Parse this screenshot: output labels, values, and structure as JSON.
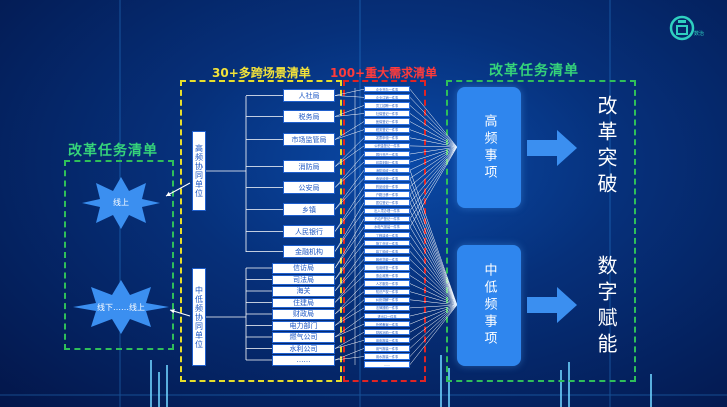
{
  "titles": {
    "scenario_list": "30+多跨场景清单",
    "demand_list": "100+重大需求清单",
    "reform_left": "改革任务清单",
    "reform_right": "改革任务清单"
  },
  "left_box": {
    "online": "线上",
    "offline_online": "线下……线上"
  },
  "groups": {
    "high_freq_units": "高频协同单位",
    "mid_low_units": "中低频协同单位"
  },
  "agencies_top": [
    "人社局",
    "税务局",
    "市场监管局",
    "消防局",
    "公安局",
    "乡镇",
    "人民银行",
    "金融机构"
  ],
  "agencies_bottom": [
    "信访局",
    "司法局",
    "海关",
    "住建局",
    "财政局",
    "电力部门",
    "燃气公司",
    "水利公司",
    "……"
  ],
  "demand_items": [
    "企业开办一件事",
    "企业注销一件事",
    "员工招聘一件事",
    "社保登记一件事",
    "医保登记一件事",
    "税务登记一件事",
    "发票申领一件事",
    "公积金登记一件事",
    "银行开户一件事",
    "印章刻制一件事",
    "消防验收一件事",
    "食品经营一件事",
    "药品经营一件事",
    "户籍迁移一件事",
    "居住登记一件事",
    "出入境办理一件事",
    "不动产登记一件事",
    "水电气报装一件事",
    "工程建设一件事",
    "施工许可一件事",
    "竣工验收一件事",
    "融资贷款一件事",
    "信用修复一件事",
    "惠企政策一件事",
    "人才服务一件事",
    "知识产权一件事",
    "纠纷调解一件事",
    "法律援助一件事",
    "进出口一件事",
    "外贸备案一件事",
    "财政补助一件事",
    "用电报装一件事",
    "用气报装一件事",
    "用水报装一件事",
    "……"
  ],
  "pillars": {
    "high_freq": "高频事项",
    "mid_low_freq": "中低频事项"
  },
  "outcomes": {
    "reform_breakthrough": "改革突破",
    "digital_empowerment": "数字赋能"
  },
  "logo": {
    "caption": "数治"
  }
}
